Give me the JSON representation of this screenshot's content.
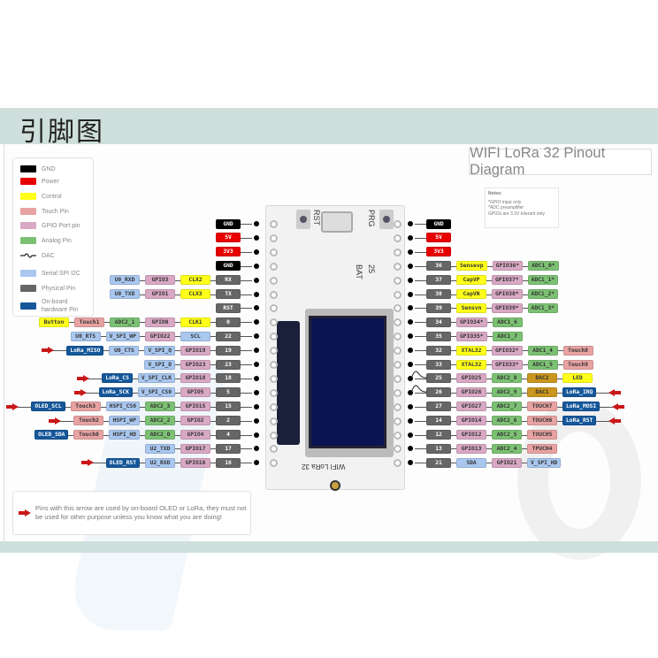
{
  "header": {
    "title": "引脚图"
  },
  "diagram_title": "WIFI LoRa 32 Pinout Diagram",
  "notes": {
    "heading": "Notes:",
    "lines": [
      "*GPIO input only",
      "*ADC preamplifier",
      "GPIOs are  3.3V tolerant only"
    ]
  },
  "legend": [
    {
      "label": "GND",
      "type": "gnd"
    },
    {
      "label": "Power",
      "type": "power"
    },
    {
      "label": "Control",
      "type": "ctrl"
    },
    {
      "label": "Touch Pin",
      "type": "touch"
    },
    {
      "label": "GPIO Port pin",
      "type": "gpio"
    },
    {
      "label": "Analog Pin",
      "type": "analog"
    },
    {
      "label": "DAC",
      "type": "dac-wave"
    },
    {
      "label": "Serial SPI I2C",
      "type": "serial"
    },
    {
      "label": "Physical Pin",
      "type": "phys"
    },
    {
      "label": "On-board hardware Pin",
      "type": "onboard"
    }
  ],
  "footer": {
    "text": "Pins with this arrow are used by on-board OLED or LoRa, they must not be used for other purpose unless you know what you are doing!"
  },
  "board": {
    "rst_label": "RST",
    "prg_label": "PRG",
    "bat_label": "BAT",
    "led_label": "25",
    "name": "WIFI LoRa 32"
  },
  "left_pins": [
    {
      "pin": "GND",
      "pt": "gnd",
      "chips": []
    },
    {
      "pin": "5V",
      "pt": "power",
      "chips": []
    },
    {
      "pin": "3V3",
      "pt": "power",
      "chips": []
    },
    {
      "pin": "GND",
      "pt": "gnd",
      "chips": []
    },
    {
      "pin": "RX",
      "pt": "phys",
      "chips": [
        {
          "l": "CLX2",
          "t": "ctrl"
        },
        {
          "l": "GPIO3",
          "t": "gpio"
        },
        {
          "l": "U0_RXD",
          "t": "serial"
        }
      ]
    },
    {
      "pin": "TX",
      "pt": "phys",
      "chips": [
        {
          "l": "CLX3",
          "t": "ctrl"
        },
        {
          "l": "GPIO1",
          "t": "gpio"
        },
        {
          "l": "U0_TXD",
          "t": "serial"
        }
      ]
    },
    {
      "pin": "RST",
      "pt": "phys",
      "chips": []
    },
    {
      "pin": "0",
      "pt": "phys",
      "chips": [
        {
          "l": "CLK1",
          "t": "ctrl"
        },
        {
          "l": "GPIO0",
          "t": "gpio"
        },
        {
          "l": "ADC2_1",
          "t": "analog"
        },
        {
          "l": "Touch1",
          "t": "touch"
        },
        {
          "l": "Button",
          "t": "ctrl"
        }
      ]
    },
    {
      "pin": "22",
      "pt": "phys",
      "chips": [
        {
          "l": "SCL",
          "t": "serial"
        },
        {
          "l": "GPIO22",
          "t": "gpio"
        },
        {
          "l": "V_SPI_WP",
          "t": "serial"
        },
        {
          "l": "U0_RTS",
          "t": "serial"
        }
      ]
    },
    {
      "pin": "19",
      "pt": "phys",
      "arrow": true,
      "chips": [
        {
          "l": "GPIO19",
          "t": "gpio"
        },
        {
          "l": "V_SPI_Q",
          "t": "serial"
        },
        {
          "l": "U0_CTS",
          "t": "serial"
        },
        {
          "l": "LoRa_MISO",
          "t": "onboard"
        }
      ]
    },
    {
      "pin": "23",
      "pt": "phys",
      "chips": [
        {
          "l": "GPIO23",
          "t": "gpio"
        },
        {
          "l": "V_SPI_D",
          "t": "serial"
        }
      ]
    },
    {
      "pin": "18",
      "pt": "phys",
      "arrow": true,
      "chips": [
        {
          "l": "GPIO18",
          "t": "gpio"
        },
        {
          "l": "V_SPI_CLK",
          "t": "serial"
        },
        {
          "l": "LoRa_CS",
          "t": "onboard"
        }
      ]
    },
    {
      "pin": "5",
      "pt": "phys",
      "arrow": true,
      "chips": [
        {
          "l": "GPIO5",
          "t": "gpio"
        },
        {
          "l": "V_SPI_CS0",
          "t": "serial"
        },
        {
          "l": "LoRa_SCK",
          "t": "onboard"
        }
      ]
    },
    {
      "pin": "15",
      "pt": "phys",
      "arrow": true,
      "chips": [
        {
          "l": "GPIO15",
          "t": "gpio"
        },
        {
          "l": "ADC2_3",
          "t": "analog"
        },
        {
          "l": "HSPI_CS0",
          "t": "serial"
        },
        {
          "l": "Touch3",
          "t": "touch"
        },
        {
          "l": "OLED_SCL",
          "t": "onboard"
        }
      ]
    },
    {
      "pin": "2",
      "pt": "phys",
      "arrow": true,
      "chips": [
        {
          "l": "GPIO2",
          "t": "gpio"
        },
        {
          "l": "ADC2_2",
          "t": "analog"
        },
        {
          "l": "HSPI_WP",
          "t": "serial"
        },
        {
          "l": "Touch2",
          "t": "touch"
        }
      ]
    },
    {
      "pin": "4",
      "pt": "phys",
      "chips": [
        {
          "l": "GPIO4",
          "t": "gpio"
        },
        {
          "l": "ADC2_0",
          "t": "analog"
        },
        {
          "l": "HSPI_HD",
          "t": "serial"
        },
        {
          "l": "Touch0",
          "t": "touch"
        },
        {
          "l": "OLED_SDA",
          "t": "onboard"
        }
      ]
    },
    {
      "pin": "17",
      "pt": "phys",
      "chips": [
        {
          "l": "GPIO17",
          "t": "gpio"
        },
        {
          "l": "U2_TXD",
          "t": "serial"
        }
      ]
    },
    {
      "pin": "16",
      "pt": "phys",
      "arrow": true,
      "chips": [
        {
          "l": "GPIO16",
          "t": "gpio"
        },
        {
          "l": "U2_RXD",
          "t": "serial"
        },
        {
          "l": "OLED_RST",
          "t": "onboard"
        }
      ]
    }
  ],
  "right_pins": [
    {
      "pin": "GND",
      "pt": "gnd",
      "chips": []
    },
    {
      "pin": "5V",
      "pt": "power",
      "chips": []
    },
    {
      "pin": "3V3",
      "pt": "power",
      "chips": []
    },
    {
      "pin": "36",
      "pt": "phys",
      "chips": [
        {
          "l": "Sensevp",
          "t": "ctrl"
        },
        {
          "l": "GPIO36*",
          "t": "gpio"
        },
        {
          "l": "ADC1_0*",
          "t": "analog"
        }
      ]
    },
    {
      "pin": "37",
      "pt": "phys",
      "chips": [
        {
          "l": "CapVP",
          "t": "ctrl"
        },
        {
          "l": "GPIO37*",
          "t": "gpio"
        },
        {
          "l": "ADC1_1*",
          "t": "analog"
        }
      ]
    },
    {
      "pin": "38",
      "pt": "phys",
      "chips": [
        {
          "l": "CapVN",
          "t": "ctrl"
        },
        {
          "l": "GPIO38*",
          "t": "gpio"
        },
        {
          "l": "ADC1_2*",
          "t": "analog"
        }
      ]
    },
    {
      "pin": "39",
      "pt": "phys",
      "chips": [
        {
          "l": "Sensvn",
          "t": "ctrl"
        },
        {
          "l": "GPIO39*",
          "t": "gpio"
        },
        {
          "l": "ADC1_3*",
          "t": "analog"
        }
      ]
    },
    {
      "pin": "34",
      "pt": "phys",
      "chips": [
        {
          "l": "GPIO34*",
          "t": "gpio"
        },
        {
          "l": "ADC1_6",
          "t": "analog"
        }
      ]
    },
    {
      "pin": "35",
      "pt": "phys",
      "chips": [
        {
          "l": "GPIO35*",
          "t": "gpio"
        },
        {
          "l": "ADC1_7",
          "t": "analog"
        }
      ]
    },
    {
      "pin": "32",
      "pt": "phys",
      "chips": [
        {
          "l": "XTAL32",
          "t": "ctrl"
        },
        {
          "l": "GPIO32*",
          "t": "gpio"
        },
        {
          "l": "ADC1_4",
          "t": "analog"
        },
        {
          "l": "Touch8",
          "t": "touch"
        }
      ]
    },
    {
      "pin": "33",
      "pt": "phys",
      "chips": [
        {
          "l": "XTAL32",
          "t": "ctrl"
        },
        {
          "l": "GPIO33*",
          "t": "gpio"
        },
        {
          "l": "ADC1_5",
          "t": "analog"
        },
        {
          "l": "Touch9",
          "t": "touch"
        }
      ]
    },
    {
      "pin": "25",
      "pt": "phys",
      "dac": true,
      "chips": [
        {
          "l": "GPIO25",
          "t": "gpio"
        },
        {
          "l": "ADC2_8",
          "t": "analog"
        },
        {
          "l": "DAC2",
          "t": "dac"
        },
        {
          "l": "LED",
          "t": "ctrl"
        }
      ]
    },
    {
      "pin": "26",
      "pt": "phys",
      "dac": true,
      "arrow": true,
      "chips": [
        {
          "l": "GPIO26",
          "t": "gpio"
        },
        {
          "l": "ADC2_9",
          "t": "analog"
        },
        {
          "l": "DAC1",
          "t": "dac"
        },
        {
          "l": "LoRa_IRQ",
          "t": "onboard"
        }
      ]
    },
    {
      "pin": "27",
      "pt": "phys",
      "arrow": true,
      "chips": [
        {
          "l": "GPIO27",
          "t": "gpio"
        },
        {
          "l": "ADC2_7",
          "t": "analog"
        },
        {
          "l": "TOUCH7",
          "t": "touch"
        },
        {
          "l": "LoRa_MOSI",
          "t": "onboard"
        }
      ]
    },
    {
      "pin": "14",
      "pt": "phys",
      "arrow": true,
      "chips": [
        {
          "l": "GPIO14",
          "t": "gpio"
        },
        {
          "l": "ADC2_6",
          "t": "analog"
        },
        {
          "l": "TOUCH6",
          "t": "touch"
        },
        {
          "l": "LoRa_RST",
          "t": "onboard"
        }
      ]
    },
    {
      "pin": "12",
      "pt": "phys",
      "chips": [
        {
          "l": "GPIO12",
          "t": "gpio"
        },
        {
          "l": "ADC2_5",
          "t": "analog"
        },
        {
          "l": "TOUCH5",
          "t": "touch"
        }
      ]
    },
    {
      "pin": "13",
      "pt": "phys",
      "chips": [
        {
          "l": "GPIO13",
          "t": "gpio"
        },
        {
          "l": "ADC2_4",
          "t": "analog"
        },
        {
          "l": "TPUCH4",
          "t": "touch"
        }
      ]
    },
    {
      "pin": "21",
      "pt": "phys",
      "chips": [
        {
          "l": "SDA",
          "t": "serial"
        },
        {
          "l": "GPIO21",
          "t": "gpio"
        },
        {
          "l": "V_SPI_HD",
          "t": "serial"
        }
      ]
    }
  ]
}
